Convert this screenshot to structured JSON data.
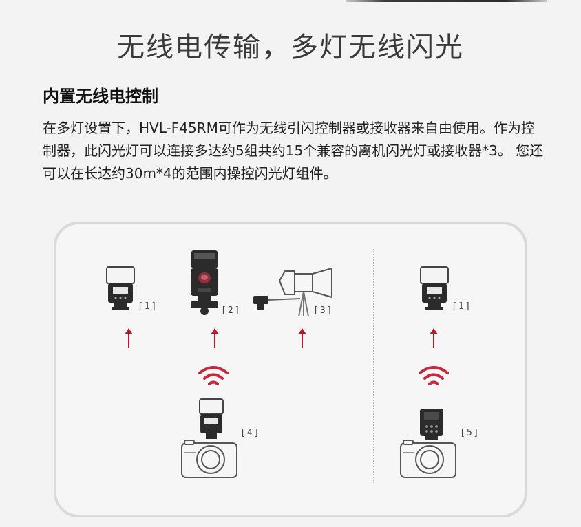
{
  "page": {
    "title": "无线电传输，多灯无线闪光",
    "section_heading": "内置无线电控制",
    "body_text": "在多灯设置下，HVL-F45RM可作为无线引闪控制器或接收器来自由使用。作为控制器，此闪光灯可以连接多达约5组共约15个兼容的离机闪光灯或接收器*3。 您还可以在长达约30m*4的范围内操控闪光灯组件。"
  },
  "diagram": {
    "labels": {
      "flash_1": "[1]",
      "flash_2": "[2]",
      "studio_light_3": "[3]",
      "camera_flash_4": "[4]",
      "flash_1_right": "[1]",
      "commander_5": "[5]"
    },
    "colors": {
      "arrow": "#b01e2f",
      "wifi": "#c8283c",
      "device_body": "#2b2b2b",
      "device_head": "#f2f2f2"
    }
  }
}
